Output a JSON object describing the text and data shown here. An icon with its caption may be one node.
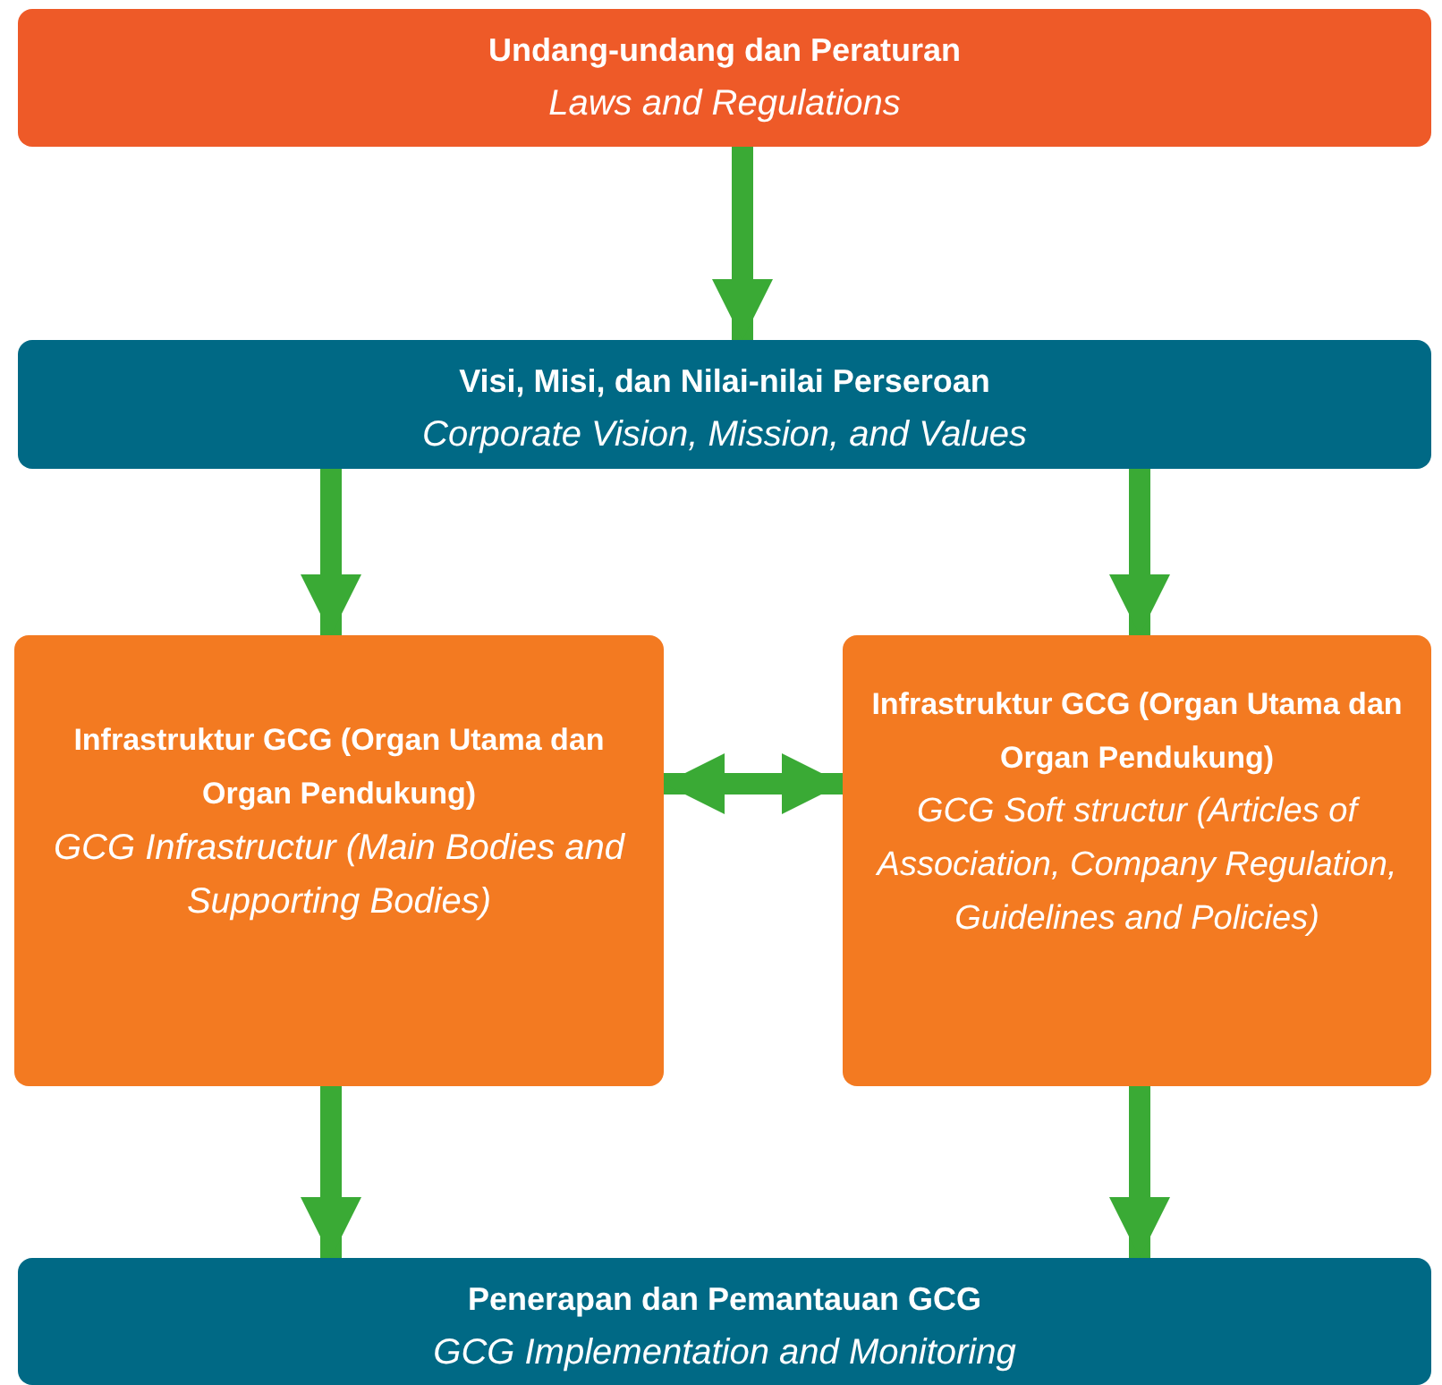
{
  "diagram": {
    "nodes": [
      {
        "text": [
          "Undang-undang dan Peraturan",
          "Laws and Regulations"
        ]
      },
      {
        "text": [
          "Visi, Misi, dan Nilai-nilai Perseroan",
          "Corporate Vision, Mission, and Values"
        ]
      },
      {
        "text": [
          "Infrastruktur GCG (Organ Utama dan Organ Pendukung)",
          "GCG Infrastructur (Main Bodies and Supporting Bodies)"
        ]
      },
      {
        "text": [
          "Infrastruktur GCG (Organ Utama dan Organ Pendukung)",
          "GCG Soft structur (Articles of Association, Company Regulation, Guidelines and Policies)"
        ]
      },
      {
        "text": [
          "Penerapan dan Pemantauan GCG",
          "GCG Implementation and Monitoring"
        ]
      }
    ],
    "edges": [
      {
        "from": 0,
        "to": 1,
        "arrow": "to"
      },
      {
        "from": 1,
        "to": 2,
        "arrow": "to"
      },
      {
        "from": 1,
        "to": 3,
        "arrow": "to"
      },
      {
        "from": 2,
        "to": 3,
        "arrow": "both"
      },
      {
        "from": 2,
        "to": 4,
        "arrow": "to"
      },
      {
        "from": 3,
        "to": 4,
        "arrow": "to"
      }
    ]
  }
}
